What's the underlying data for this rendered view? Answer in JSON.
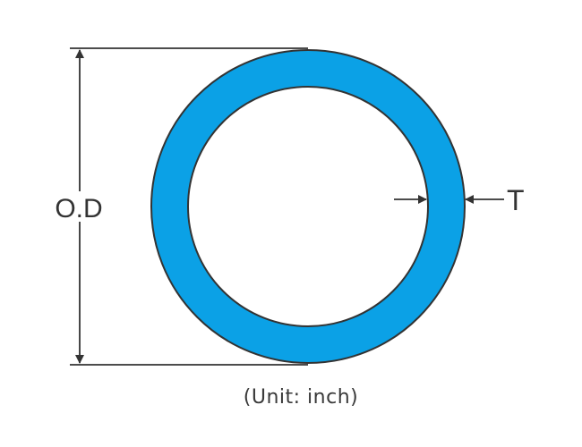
{
  "diagram": {
    "od_label": "O.D",
    "thickness_label": "T",
    "unit_caption": "(Unit: inch)",
    "colors": {
      "tube_wall": "#0ba1e6",
      "outline": "#333333",
      "dimension_lines": "#333333",
      "background": "#ffffff"
    }
  }
}
